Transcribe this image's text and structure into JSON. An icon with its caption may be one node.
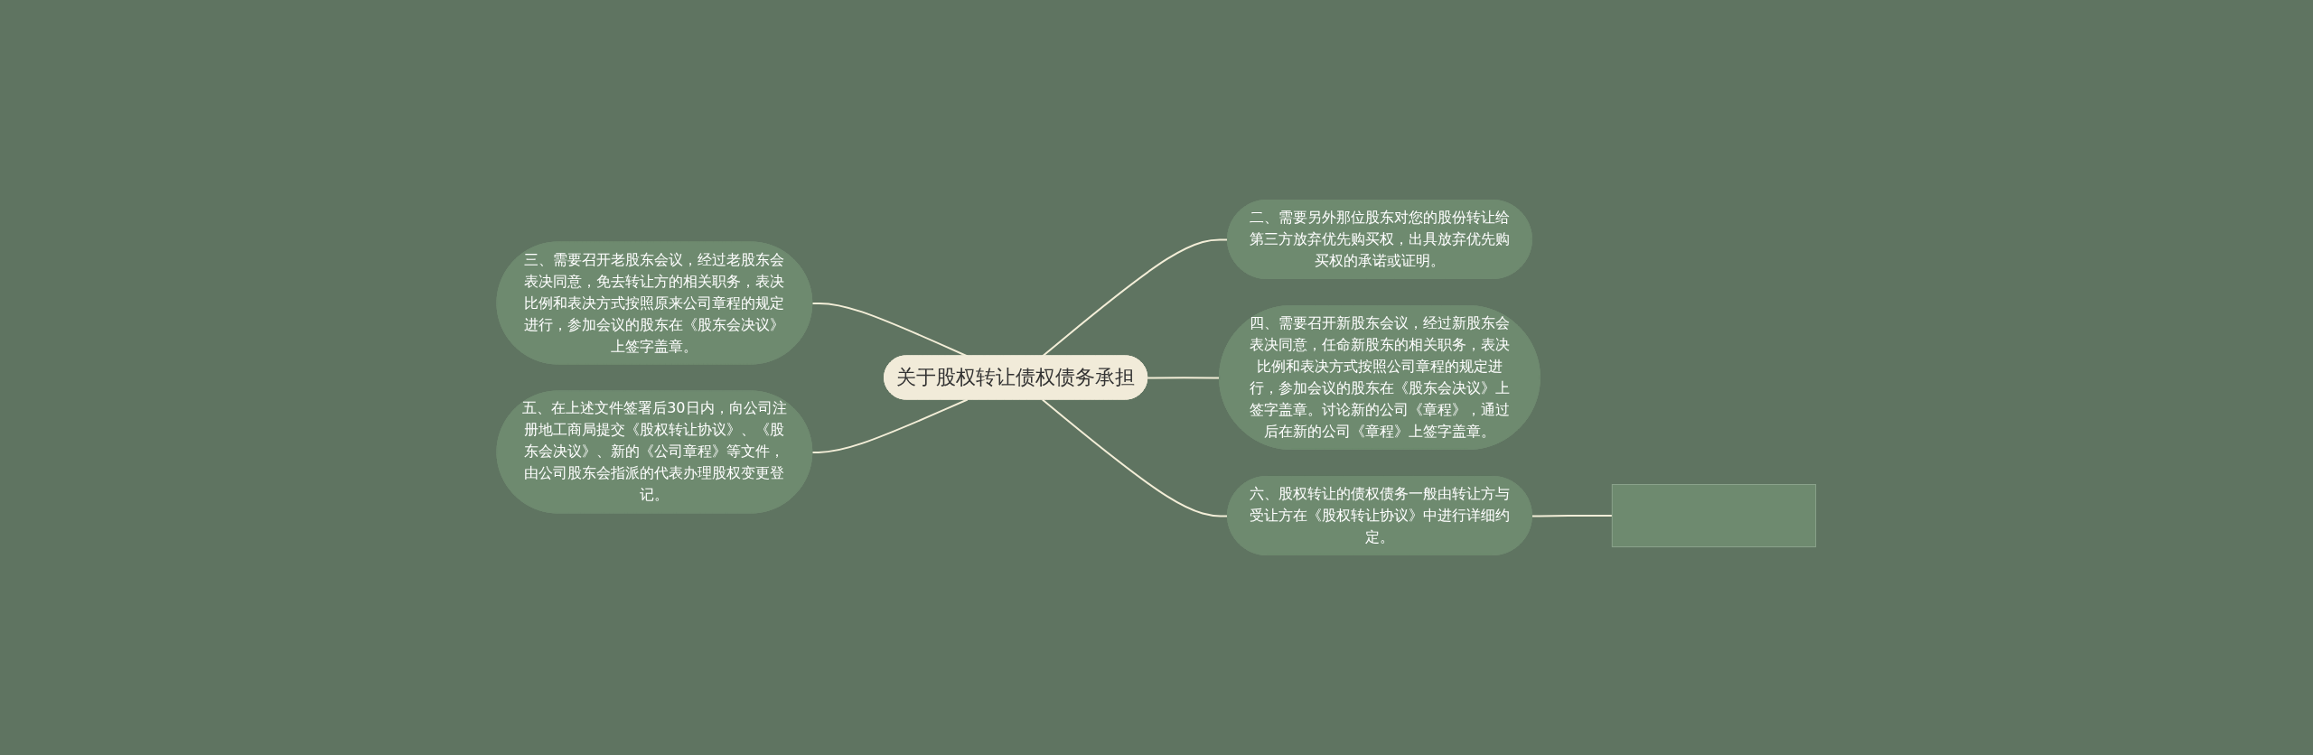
{
  "diagram": {
    "nodes": [
      {
        "text": [
          "关于股权转让债权债务承担"
        ]
      },
      {
        "text": [
          "二、需要另外那位股东对您的股份转让给第三方放弃优先购买权，出具放弃优先购买权的承诺或证明。"
        ]
      },
      {
        "text": [
          "三、需要召开老股东会议，经过老股东会表决同意，免去转让方的相关职务，表决比例和表决方式按照原来公司章程的规定进行，参加会议的股东在《股东会决议》上签字盖章。"
        ]
      },
      {
        "text": [
          "四、需要召开新股东会议，经过新股东会表决同意，任命新股东的相关职务，表决比例和表决方式按照公司章程的规定进行，参加会议的股东在《股东会决议》上签字盖章。讨论新的公司《章程》，通过后在新的公司《章程》上签字盖章。"
        ]
      },
      {
        "text": [
          "五、在上述文件签署后30日内，向公司注册地工商局提交《股权转让协议》、《股东会决议》、新的《公司章程》等文件，由公司股东会指派的代表办理股权变更登记。"
        ]
      },
      {
        "text": [
          "六、股权转让的债权债务一般由转让方与受让方在《股权转让协议》中进行详细约定。"
        ]
      },
      {
        "text": [],
        "shape": "box"
      }
    ],
    "edges": [
      {
        "from": 0,
        "to": 1,
        "arrow": "none"
      },
      {
        "from": 0,
        "to": 2,
        "arrow": "none"
      },
      {
        "from": 0,
        "to": 3,
        "arrow": "none"
      },
      {
        "from": 0,
        "to": 4,
        "arrow": "none"
      },
      {
        "from": 0,
        "to": 5,
        "arrow": "none"
      },
      {
        "from": 5,
        "to": 6,
        "arrow": "none"
      }
    ]
  }
}
